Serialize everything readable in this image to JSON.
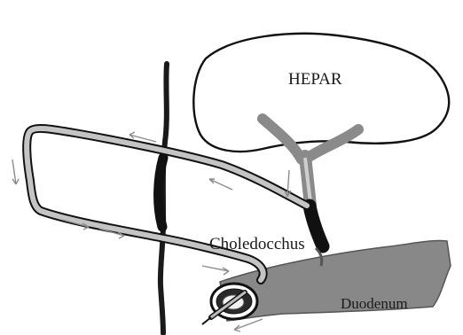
{
  "labels": {
    "liver": "HEPAR",
    "bile_duct": "Choledocchus",
    "duodenum": "Duodenum"
  },
  "colors": {
    "outline": "#111111",
    "vessel": "#1a1a1a",
    "duct_gray": "#8a8a8a",
    "duct_light": "#c4c4c4",
    "tube_fill": "#cfcfcf",
    "arrow": "#8c8c8c",
    "background": "#ffffff"
  }
}
